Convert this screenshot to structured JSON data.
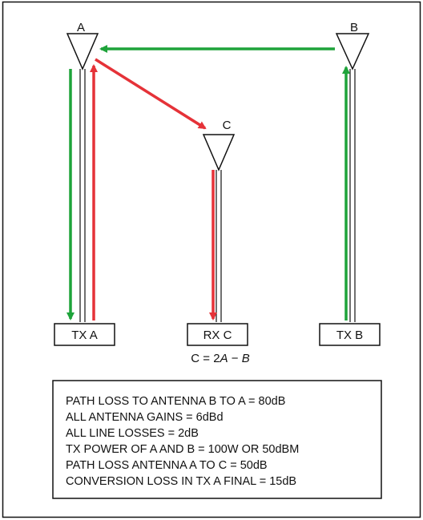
{
  "antennas": {
    "a": {
      "label": "A"
    },
    "b": {
      "label": "B"
    },
    "c": {
      "label": "C"
    }
  },
  "boxes": {
    "tx_a": "TX A",
    "rx_c": "RX C",
    "tx_b": "TX B"
  },
  "equation": {
    "lhs": "C = 2",
    "a": "A",
    "minus": " − ",
    "b": "B"
  },
  "notes": [
    "PATH LOSS TO ANTENNA B TO A = 80dB",
    "ALL ANTENNA GAINS = 6dBd",
    "ALL LINE LOSSES = 2dB",
    "TX POWER OF A AND B = 100W OR 50dBM",
    "PATH LOSS ANTENNA A TO C = 50dB",
    "CONVERSION LOSS IN TX A FINAL = 15dB"
  ],
  "colors": {
    "green": "#1ea33a",
    "red": "#e53238",
    "line": "#111111"
  }
}
